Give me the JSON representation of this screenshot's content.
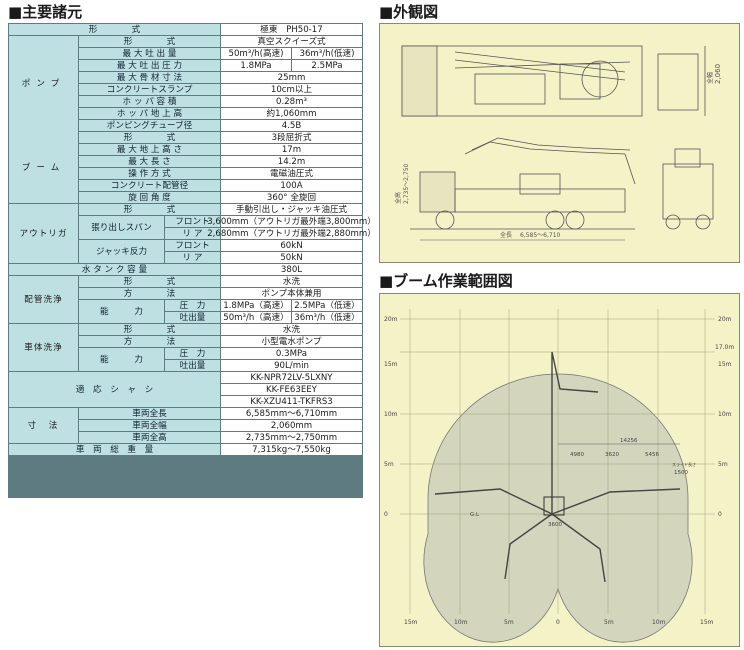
{
  "titles": {
    "spec": "■主要諸元",
    "exterior": "■外観図",
    "boom_range": "■ブーム作業範囲図"
  },
  "spec": {
    "model": {
      "label": "形　　　　式",
      "value": "極東　PH50-17"
    },
    "pump": {
      "group": "ポンプ",
      "type": {
        "label": "形　　　　式",
        "value": "真空スクイーズ式"
      },
      "max_discharge": {
        "label": "最 大 吐 出 量",
        "high": "50m³/h(高速)",
        "low": "36m³/h(低速)"
      },
      "max_pressure": {
        "label": "最 大 吐 出 圧 力",
        "high": "1.8MPa",
        "low": "2.5MPa"
      },
      "max_aggregate": {
        "label": "最 大 骨 材 寸 法",
        "value": "25mm"
      },
      "slump": {
        "label": "コンクリートスランプ",
        "value": "10cm以上"
      },
      "hopper_capacity": {
        "label": "ホ ッ パ 容 積",
        "value": "0.28m³"
      },
      "hopper_height": {
        "label": "ホ ッ パ 地 上 高",
        "value": "約1,060mm"
      },
      "tube_diameter": {
        "label": "ポンピングチューブ径",
        "value": "4.5B"
      }
    },
    "boom": {
      "group": "ブーム",
      "type": {
        "label": "形　　　　式",
        "value": "3段屈折式"
      },
      "max_height": {
        "label": "最 大 地 上 高 さ",
        "value": "17m"
      },
      "max_length": {
        "label": "最 大 長 さ",
        "value": "14.2m"
      },
      "operation": {
        "label": "操 作 方 式",
        "value": "電磁油圧式"
      },
      "pipe_diameter": {
        "label": "コンクリート配管径",
        "value": "100A"
      },
      "rotation": {
        "label": "旋 回 角 度",
        "value": "360° 全旋回"
      }
    },
    "outrigger": {
      "group": "アウトリガ",
      "type": {
        "label": "形　　　　式",
        "value": "手動引出し・ジャッキ油圧式"
      },
      "span_label": "張り出しスパン",
      "front_label": "フロント",
      "rear_label": "リ ア",
      "span_front": "3,600mm（アウトリガ最外端3,800mm）",
      "span_rear": "2,680mm（アウトリガ最外端2,880mm）",
      "jack_label": "ジャッキ反力",
      "jack_front": "60kN",
      "jack_rear": "50kN"
    },
    "water_tank": {
      "label": "水 タ ン ク 容 量",
      "value": "380L"
    },
    "pipe_wash": {
      "group": "配管洗浄",
      "type": {
        "label": "形　　　　式",
        "value": "水洗"
      },
      "method": {
        "label": "方　　　　法",
        "value": "ポンプ本体兼用"
      },
      "capacity_label": "能　　　力",
      "pressure_label": "圧　力",
      "discharge_label": "吐出量",
      "pressure_high": "1.8MPa（高速）",
      "pressure_low": "2.5MPa（低速）",
      "discharge_high": "50m³/h（高速）",
      "discharge_low": "36m³/h（低速）"
    },
    "body_wash": {
      "group": "車体洗浄",
      "type": {
        "label": "形　　　　式",
        "value": "水洗"
      },
      "method": {
        "label": "方　　　　法",
        "value": "小型電水ポンプ"
      },
      "capacity_label": "能　　　力",
      "pressure_label": "圧　力",
      "discharge_label": "吐出量",
      "pressure": "0.3MPa",
      "discharge": "90L/min"
    },
    "chassis": {
      "label": "適　応　シ　ャ　シ",
      "values": [
        "KK-NPR72LV-5LXNY",
        "KK-FE63EEY",
        "KK-XZU411-TKFRS3"
      ]
    },
    "dimensions": {
      "group": "寸　法",
      "length_label": "車両全長",
      "width_label": "車両全幅",
      "height_label": "車両全高",
      "length": "6,585mm〜6,710mm",
      "width": "2,060mm",
      "height": "2,735mm〜2,750mm"
    },
    "gross_weight": {
      "label": "車　両　総　重　量",
      "value": "7,315kg〜7,550kg"
    }
  },
  "exterior": {
    "dim_width": "2,060",
    "dim_width_label": "全幅",
    "dim_height": "2,735〜2,750",
    "dim_height_label": "全高",
    "dim_length": "6,585〜6,710",
    "dim_length_label": "全長"
  },
  "boom_range": {
    "y_left": [
      "20m",
      "15m",
      "10m",
      "5m",
      "0"
    ],
    "y_right": [
      "20m",
      "17.0m",
      "15m",
      "10m",
      "5m",
      "0"
    ],
    "x_axis": [
      "15m",
      "10m",
      "5m",
      "0",
      "5m",
      "10m",
      "15m"
    ],
    "dims": [
      "14256",
      "4980",
      "3620",
      "5456",
      "1500",
      "3600"
    ],
    "ground_label": "G.L",
    "note": "スライド長さ"
  },
  "colors": {
    "label_bg": "#bfe0e3",
    "grid_line": "#5d7b80",
    "panel_bg": "#f4f2c7",
    "range_fill": "#d3d6bd"
  }
}
